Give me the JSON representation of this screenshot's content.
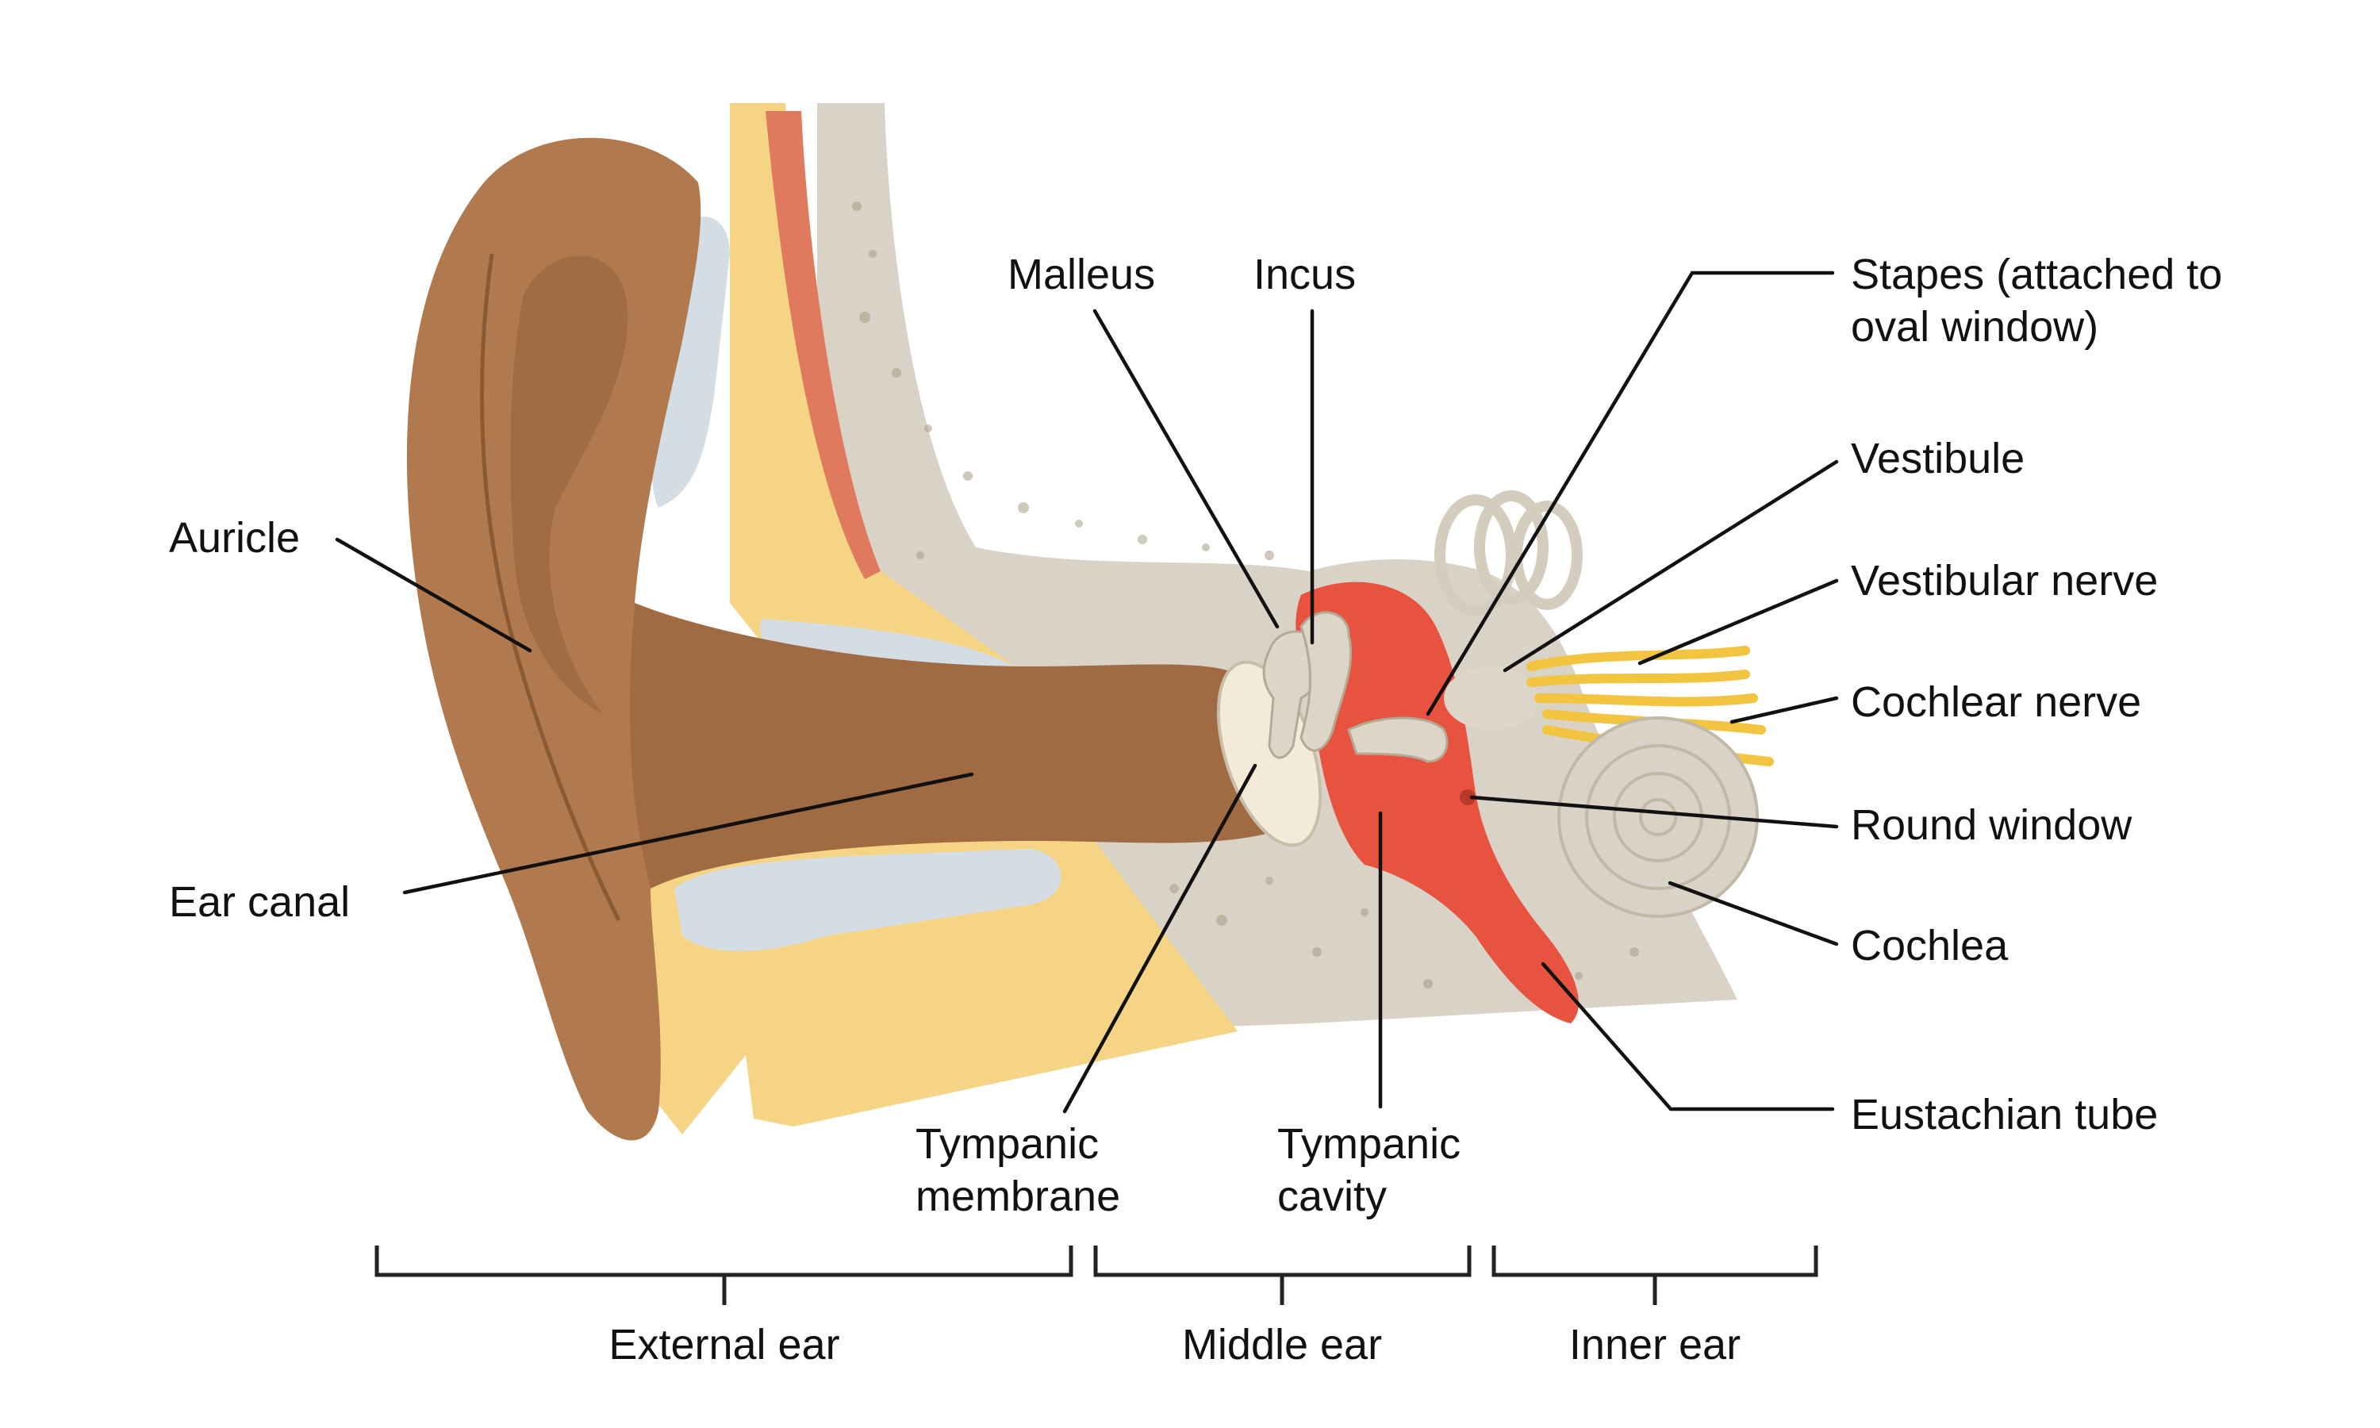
{
  "labels": {
    "auricle": "Auricle",
    "ear_canal": "Ear canal",
    "malleus": "Malleus",
    "incus": "Incus",
    "stapes_line1": "Stapes (attached to",
    "stapes_line2": "oval window)",
    "vestibule": "Vestibule",
    "vestibular_nerve": "Vestibular nerve",
    "cochlear_nerve": "Cochlear nerve",
    "round_window": "Round window",
    "cochlea": "Cochlea",
    "eustachian_tube": "Eustachian tube",
    "tympanic_membrane_line1": "Tympanic",
    "tympanic_membrane_line2": "membrane",
    "tympanic_cavity_line1": "Tympanic",
    "tympanic_cavity_line2": "cavity"
  },
  "regions": {
    "external": "External ear",
    "middle": "Middle ear",
    "inner": "Inner ear"
  },
  "colors": {
    "skin": "#b07a4e",
    "skin_dark": "#8a5a34",
    "canal": "#a06a42",
    "fat": "#f6d486",
    "cartilage": "#d3dde3",
    "bone": "#d9d2c6",
    "muscle": "#e07a5f",
    "cavity": "#e8533f",
    "nerve": "#f2c440",
    "ossicle": "#ddd6c8",
    "eardrum": "#f3ead8"
  }
}
